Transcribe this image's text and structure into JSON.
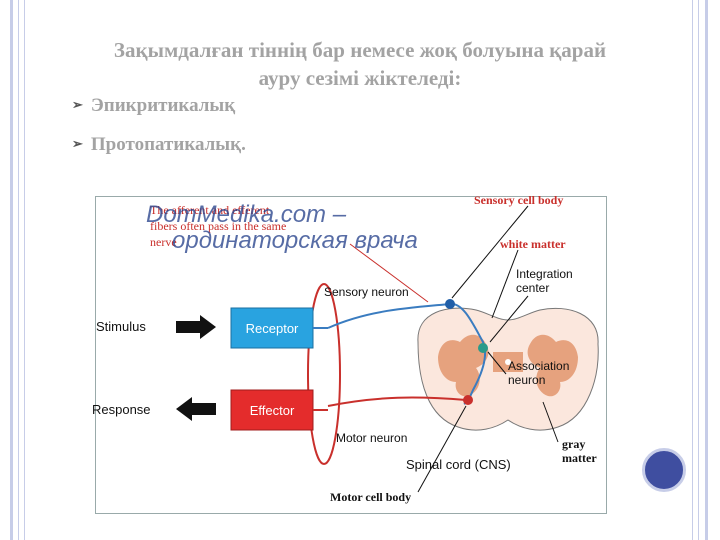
{
  "slide": {
    "title_line1": "Зақымдалған тіннің бар немесе жоқ болуына қарай",
    "title_line2": "ауру сезімі жіктеледі:",
    "bullets": [
      {
        "marker": "➢",
        "text": "Эпикритикалық"
      },
      {
        "marker": "➢",
        "text": "Протопатикалық."
      }
    ]
  },
  "diagram": {
    "watermark": "DomMedika.com –",
    "watermark2": "ординаторская врача",
    "note": [
      "The afferent and efferent",
      "fibers often pass in the same",
      "nerve"
    ],
    "stimulus": "Stimulus",
    "response": "Response",
    "receptor": "Receptor",
    "effector": "Effector",
    "sensory_neuron": "Sensory neuron",
    "motor_neuron": "Motor neuron",
    "integration": [
      "Integration",
      "center"
    ],
    "association": [
      "Association",
      "neuron"
    ],
    "spinal_cord": "Spinal cord (CNS)",
    "sensory_cell_body": "Sensory cell body",
    "white_matter": "white matter",
    "gray_matter": [
      "gray",
      "matter"
    ],
    "motor_cell_body": "Motor cell body"
  }
}
